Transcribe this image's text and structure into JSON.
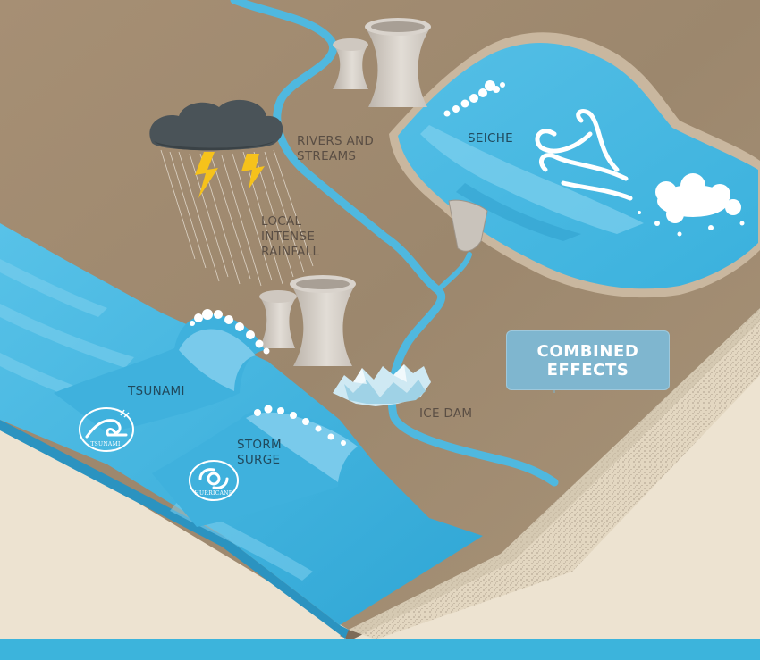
{
  "labels": {
    "rivers": "RIVERS AND\nSTREAMS",
    "rainfall": "LOCAL\nINTENSE\nRAINFALL",
    "seiche": "SEICHE",
    "tsunami": "TSUNAMI",
    "storm_surge": "STORM\nSURGE",
    "ice_dam": "ICE DAM",
    "combined": "COMBINED\nEFFECTS"
  },
  "icons": {
    "tsunami_seal": "tsunami-seal-icon",
    "tsunami_seal_text": "TSUNAMI",
    "hurricane_seal": "hurricane-seal-icon",
    "hurricane_seal_text": "HURRICANE"
  },
  "colors": {
    "land": "#a08c72",
    "water": "#4fb8df",
    "water_light": "#8dd3ef",
    "sand": "#e6dac4",
    "badge": "#7fb6cf",
    "cloud": "#4a5358",
    "lightning": "#f6c21b",
    "cooling_tower": "#d8d2cb",
    "bottom_bar": "#3cb4dc"
  }
}
